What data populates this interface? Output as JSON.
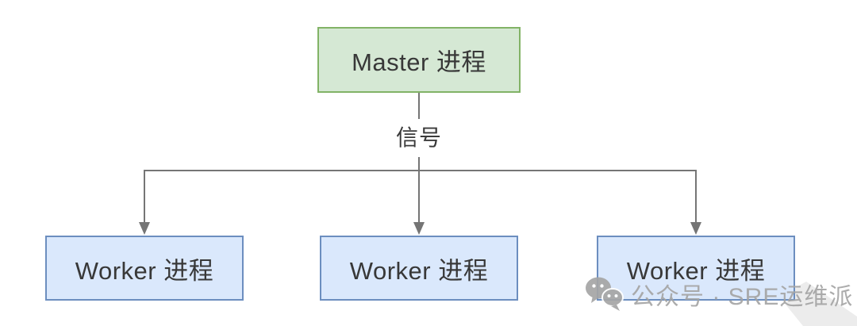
{
  "diagram": {
    "type": "flowchart",
    "master": {
      "label": "Master 进程"
    },
    "edge_label": "信号",
    "workers": [
      {
        "label": "Worker 进程"
      },
      {
        "label": "Worker 进程"
      },
      {
        "label": "Worker 进程"
      }
    ],
    "colors": {
      "master_fill": "#d5e8d4",
      "master_border": "#82b366",
      "worker_fill": "#dae8fc",
      "worker_border": "#6c8ebf",
      "line": "#757575",
      "text": "#383838",
      "watermark_gray": "#a5a5a5",
      "corner_band": "#ececec",
      "background": "#ffffff"
    }
  },
  "watermark": {
    "icon": "wechat-icon",
    "text": "公众号 · SRE运维派"
  }
}
